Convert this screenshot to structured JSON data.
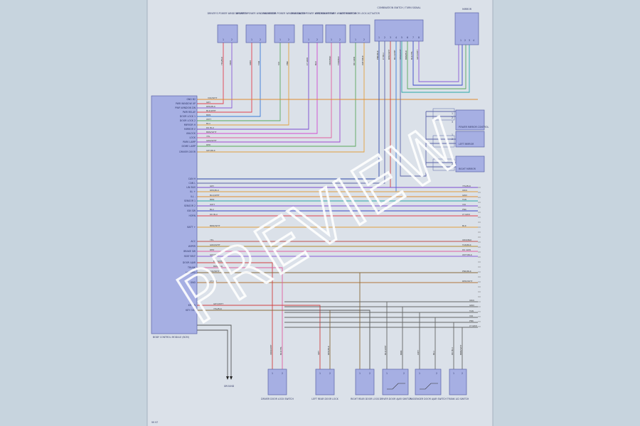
{
  "diagram": {
    "page_label": "99 97",
    "watermark": "PREVIEW",
    "top_modules": [
      {
        "label": "DRIVER'S POWER WINDOW SWITCH",
        "pins": [
          "1",
          "2"
        ]
      },
      {
        "label": "DRIVER'S POWER WINDOW MOTOR",
        "pins": [
          "1",
          "2"
        ]
      },
      {
        "label": "PASSENGER POWER WINDOW SWITCH",
        "pins": [
          "1",
          "2"
        ]
      },
      {
        "label": "PASSENGER POWER WINDOW MOTOR",
        "pins": [
          "1",
          "2"
        ]
      },
      {
        "label": "LEFT REAR POWER WINDOW MOTOR",
        "pins": [
          "1",
          "2"
        ]
      },
      {
        "label": "LEFT REAR DOOR LOCK ACTUATOR",
        "pins": [
          "1",
          "2"
        ]
      }
    ],
    "combination_switch": {
      "label": "COMBINATION SWITCH / TURN SIGNAL",
      "pins": [
        "1",
        "2",
        "3",
        "4",
        "5",
        "6",
        "7",
        "8"
      ]
    },
    "right_top_module": {
      "label": "MIRROR",
      "pins": [
        "1",
        "2",
        "3",
        "4"
      ]
    },
    "main_module": {
      "label": "BODY CONTROL MODULE (BCM)",
      "pins": [
        "GND B2",
        "PWR WINDOW UP",
        "PWR WINDOW DN",
        "PWR RELAY",
        "DOOR LOCK 1",
        "DOOR LOCK 2",
        "MIRROR H",
        "MIRROR V",
        "UNLOCK",
        "LOCK",
        "PARK LAMP",
        "DOME LAMP",
        "DRIVER DOOR",
        "CAN H",
        "CAN L",
        "LIN BUS",
        "ILL +",
        "ILL -",
        "SENSOR 1",
        "SENSOR 2",
        "IGN SW",
        "HORN",
        "BATT +",
        "ACC",
        "WIPER",
        "BRAKE SW",
        "SEAT BELT",
        "DOOR AJAR",
        "TRUNK",
        "HAZARD",
        "GND",
        "KEY IN",
        "KEY OUT"
      ]
    },
    "side_modules": [
      {
        "label": "POWER MIRROR CONTROL",
        "pins": [
          "1",
          "2",
          "3"
        ]
      },
      {
        "label": "LEFT MIRROR",
        "pins": [
          "1",
          "2"
        ]
      },
      {
        "label": "RIGHT MIRROR",
        "pins": [
          "1",
          "2"
        ]
      }
    ],
    "bottom_modules": [
      {
        "label": "DRIVER DOOR LOCK SWITCH",
        "pins": [
          "1",
          "2"
        ]
      },
      {
        "label": "LEFT REAR DOOR LOCK",
        "pins": [
          "1",
          "2"
        ]
      },
      {
        "label": "RIGHT REAR DOOR LOCK",
        "pins": [
          "1",
          "2"
        ]
      },
      {
        "label": "DRIVER DOOR AJAR SWITCH",
        "pins": [
          "1",
          "2"
        ]
      },
      {
        "label": "PASSENGER DOOR AJAR SWITCH",
        "pins": [
          "1",
          "2"
        ]
      },
      {
        "label": "TRUNK LID SWITCH",
        "pins": [
          "1",
          "2"
        ]
      }
    ],
    "ground_label": "GROUND",
    "wire_labels": [
      "GRY",
      "YEL/BLK",
      "RED/BLK",
      "ORN",
      "BLK/WHT",
      "GRN",
      "BRN",
      "TAN",
      "WHT",
      "VIO",
      "BLU",
      "PNK",
      "DK BLU",
      "LT GRN",
      "BRN/WHT",
      "BLK",
      "YEL",
      "ORN/BLK",
      "GRN/WHT",
      "TAN/BLK",
      "RED",
      "DK GRN",
      "GRY/BLK",
      "WHT/BLK",
      "VIO/WHT",
      "PNK/BLK",
      "LT BLU",
      "RED/WHT",
      "BLU/WHT",
      "ORN/WHT",
      "BRN/BLK",
      "BLK/YEL",
      "GRY/WHT"
    ],
    "colors": {
      "background": "#c7d4de",
      "sheet": "#dbe1e9",
      "module_fill": "#a6afe3",
      "module_stroke": "#5b64a8",
      "label": "#333a66",
      "watermark": "#ffffff"
    }
  }
}
